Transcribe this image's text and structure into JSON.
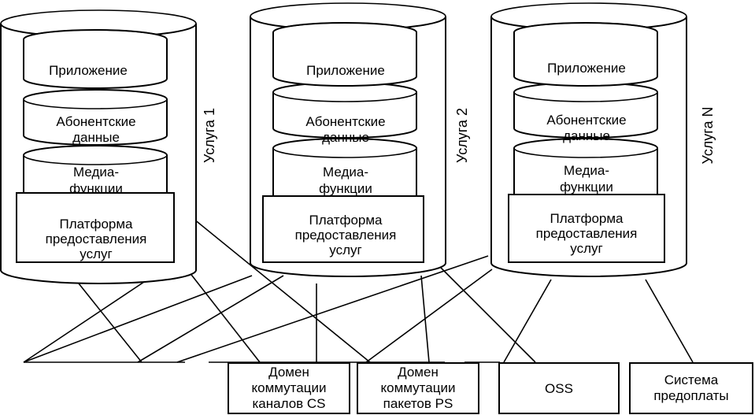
{
  "services": [
    {
      "side_label": "Услуга 1",
      "layers": {
        "application": [
          "Приложение"
        ],
        "subscriber_data": [
          "Абонентские",
          "данные"
        ],
        "media": [
          "Медиа-",
          "функции"
        ]
      },
      "platform": [
        "Платформа",
        "предоставления",
        "услуг"
      ]
    },
    {
      "side_label": "Услуга 2",
      "layers": {
        "application": [
          "Приложение"
        ],
        "subscriber_data": [
          "Абонентские",
          "данные"
        ],
        "media": [
          "Медиа-",
          "функции"
        ]
      },
      "platform": [
        "Платформа",
        "предоставления",
        "услуг"
      ]
    },
    {
      "side_label": "Услуга N",
      "layers": {
        "application": [
          "Приложение"
        ],
        "subscriber_data": [
          "Абонентские",
          "данные"
        ],
        "media": [
          "Медиа-",
          "функции"
        ]
      },
      "platform": [
        "Платформа",
        "предоставления",
        "услуг"
      ]
    }
  ],
  "bottom_boxes": [
    {
      "lines": [
        "Домен",
        "коммутации",
        "каналов CS"
      ]
    },
    {
      "lines": [
        "Домен",
        "коммутации",
        "пакетов PS"
      ]
    },
    {
      "lines": [
        "OSS"
      ]
    },
    {
      "lines": [
        "Система",
        "предоплаты"
      ]
    }
  ]
}
